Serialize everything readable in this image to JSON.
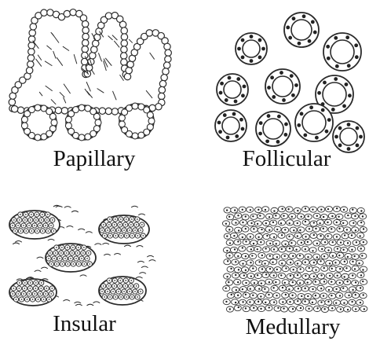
{
  "panels": [
    {
      "id": "papillary",
      "caption": "Papillary"
    },
    {
      "id": "follicular",
      "caption": "Follicular"
    },
    {
      "id": "insular",
      "caption": "Insular"
    },
    {
      "id": "medullary",
      "caption": "Medullary"
    }
  ]
}
